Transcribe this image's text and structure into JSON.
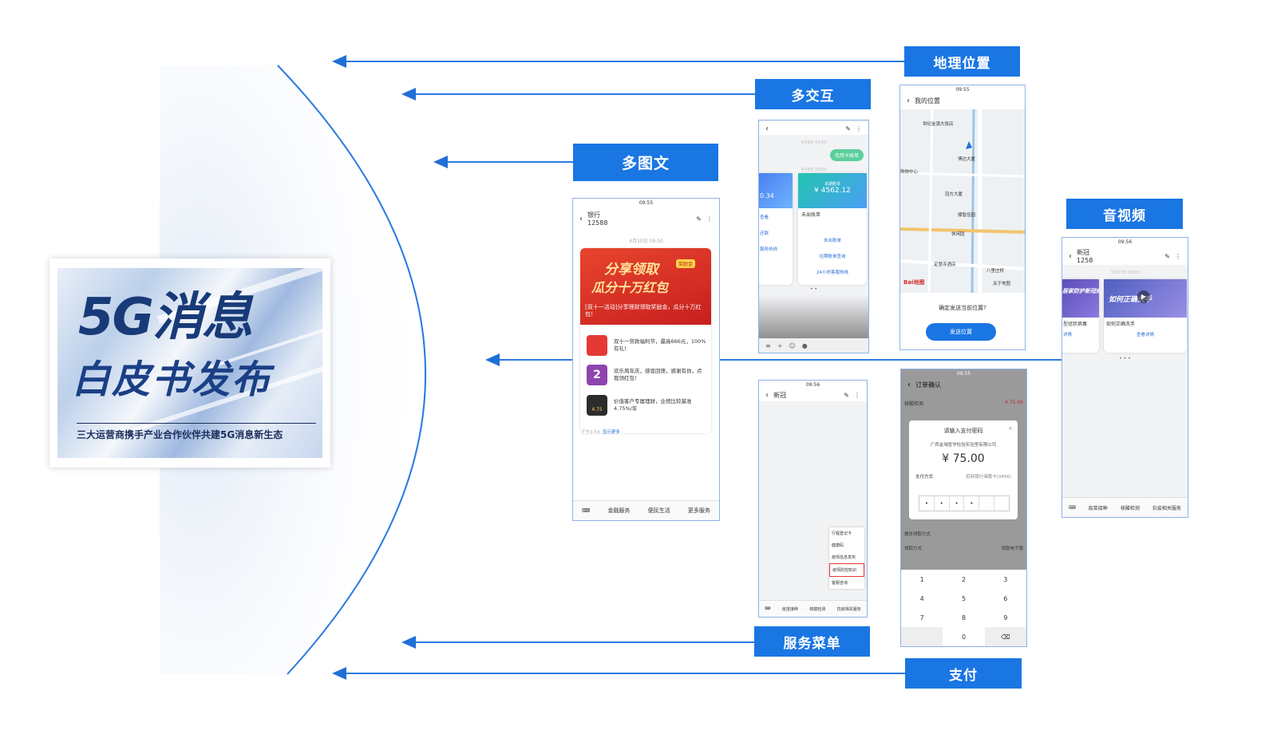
{
  "cover": {
    "title_line1": "5G消息",
    "title_line2": "白皮书发布",
    "subtitle": "三大运营商携手产业合作伙伴共建5G消息新生态"
  },
  "labels": {
    "location": "地理位置",
    "multi_interaction": "多交互",
    "multi_graphic": "多图文",
    "audio_video": "音视频",
    "service_menu": "服务菜单",
    "payment": "支付"
  },
  "phone_graphic": {
    "status_time": "09:55",
    "sender": "银行",
    "sender_number": "12588",
    "date": "4月10日 09:50",
    "banner_title": "分享领取",
    "banner_title2": "瓜分十万红包",
    "banner_badge": "奖励金",
    "banner_caption": "[双十一活动]分享理财领取奖励金，瓜分十万红包！",
    "items": [
      {
        "text": "双十一贷款福利节，最高666元，100%有礼！",
        "icon": "gift-icon",
        "color": "#e53935"
      },
      {
        "text": "欢乐周年庆，感恩回馈，感谢有你，点我领红包！",
        "icon": "anniversary-icon",
        "color": "#8e44ad"
      },
      {
        "text": "价值客户专属理财，业绩比较基准4.75%/年",
        "icon": "wealth-icon",
        "color": "#2c2c2c"
      }
    ],
    "item_badge": "4.75",
    "footer_time": "下午3:54",
    "footer_link": "显示更多",
    "tabs": [
      "金融服务",
      "便民生活",
      "更多服务"
    ]
  },
  "phone_interact": {
    "date1": "4月6日 09:50",
    "user_bubble": "信用卡账单",
    "date2": "4月6日 09:50",
    "card_left_amount": "0.34",
    "card_right_label": "本期账单",
    "card_right_amount": "¥ 4562.12",
    "bill_title": "未出账单",
    "actions_left": [
      "查看",
      "还款",
      "服务热线"
    ],
    "actions_right": [
      "未出账单",
      "往期账单查询",
      "24小时客服热线"
    ],
    "dots": "• •"
  },
  "phone_location": {
    "status_time": "09:55",
    "title": "我的位置",
    "places": [
      "世纪金源大饭店",
      "博达大厦",
      "冠方大厦",
      "顺智佳园",
      "休闲园",
      "定慧寺酒店",
      "八里庄桥",
      "购物中心",
      "关于地图"
    ],
    "map_brand": "Bai地图",
    "question": "确定发送当前位置?",
    "send_button": "发送位置"
  },
  "phone_audio": {
    "status_time": "09:56",
    "sender": "新冠",
    "sender_number": "1258",
    "date": "3月27日 09:55",
    "card_left_title": "居家防护新冠病毒",
    "card_left_caption": "型冠状病毒",
    "card_left_link": "详情",
    "card_right_title": "如何正确洗手",
    "card_right_caption": "如何正确洗手",
    "card_right_link": "查看详情",
    "dots": "• • •",
    "tabs": [
      "疫苗接种",
      "核酸检测",
      "抗疫相关服务"
    ]
  },
  "phone_menu": {
    "status_time": "09:56",
    "sender": "新冠",
    "menu_items": [
      "行程登记卡",
      "健康码",
      "疫情信息发布",
      "疫情防控知识",
      "客服咨询"
    ],
    "selected_index": 3,
    "tabs": [
      "疫苗接种",
      "核酸检测",
      "抗疫相关服务"
    ]
  },
  "phone_pay": {
    "status_time": "09:55",
    "title": "订单确认",
    "row_left": "核酸检测",
    "row_price": "¥ 75.00",
    "dialog_title": "请输入支付密码",
    "merchant": "广西金域医学检验实验室有限公司",
    "amount": "¥ 75.00",
    "pay_method_label": "支付方式",
    "pay_method_value": "招商银行储蓄卡(3456)",
    "report_label": "报告领取方式",
    "report_row_left": "领取方式",
    "report_row_right": "领取电子版",
    "keys": [
      "1",
      "2",
      "3",
      "4",
      "5",
      "6",
      "7",
      "8",
      "9",
      "",
      "0",
      "⌫"
    ]
  }
}
